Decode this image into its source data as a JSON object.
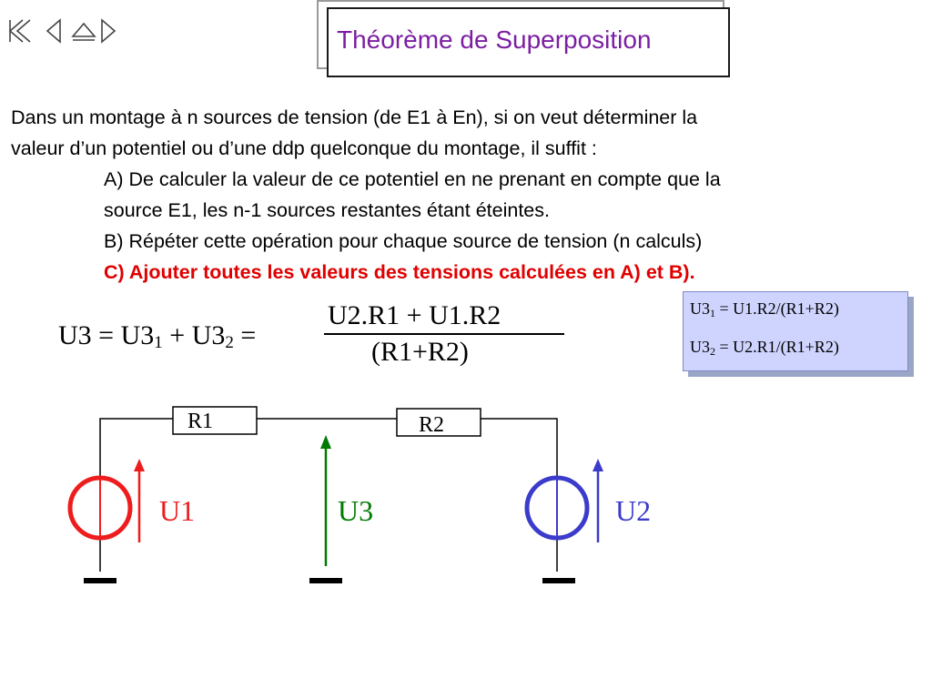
{
  "title": "Théorème de Superposition",
  "nav": {
    "first": "first-icon",
    "previous": "previous-icon",
    "up": "up-icon",
    "next": "next-icon"
  },
  "body": {
    "line1": "Dans un montage à n sources de tension (de E1 à En), si on veut déterminer la",
    "line2": "valeur d’un potentiel ou d’une ddp quelconque du montage, il suffit :",
    "stepA1": "A) De calculer la valeur de ce potentiel en ne prenant en compte que la",
    "stepA2": "source E1, les n-1 sources restantes étant éteintes.",
    "stepB": "B) Répéter cette opération pour chaque source de tension (n calculs)",
    "stepC": "C) Ajouter toutes les valeurs des tensions calculées en A) et B)."
  },
  "formula": {
    "u3": "U3",
    "eq": "=",
    "plus": "+",
    "term": "U3",
    "sub1": "1",
    "sub2": "2",
    "numerator": "U2.R1 + U1.R2",
    "denominator": "(R1+R2)"
  },
  "note": {
    "term": "U3",
    "sub1": "1",
    "sub2": "2",
    "rhs1": "= U1.R2/(R1+R2)",
    "rhs2": "= U2.R1/(R1+R2)"
  },
  "circuit": {
    "r1": "R1",
    "r2": "R2",
    "u1": "U1",
    "u2": "U2",
    "u3": "U3",
    "colors": {
      "source1": "#ee1c1c",
      "source2": "#3b3bcc",
      "output": "#007a00",
      "wire": "#000000"
    }
  },
  "colors": {
    "title": "#7b1fa2",
    "highlight": "#e00000",
    "note_bg": "#cfd4ff"
  }
}
